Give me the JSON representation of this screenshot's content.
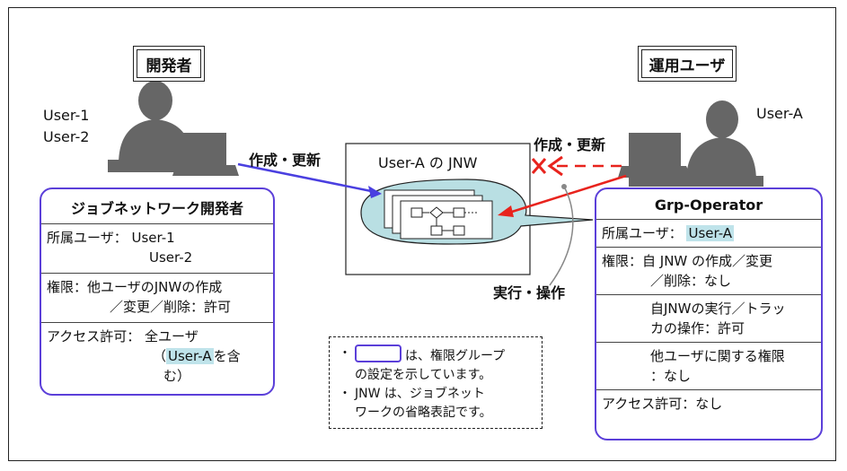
{
  "labels": {
    "developer_title": "開発者",
    "operator_title": "運用ユーザ",
    "dev_users": "User-1\nUser-2",
    "user_a": "User-A",
    "create_update_left": "作成・更新",
    "create_update_right": "作成・更新",
    "jnw_title": "User-A の JNW",
    "exec_op": "実行・操作"
  },
  "dev_panel": {
    "title": "ジョブネットワーク開発者",
    "member_label": "所属ユーザ：",
    "member_1": "User-1",
    "member_2": "User-2",
    "perm_label": "権限：",
    "perm_1": "他ユーザのJNWの作成",
    "perm_2": "／変更／削除：許可",
    "access_label": "アクセス許可：",
    "access_1": "全ユーザ",
    "access_2_pre": "（",
    "access_2_hl": "User-A",
    "access_2_post": "を含",
    "access_3": "む）"
  },
  "op_panel": {
    "title": "Grp-Operator",
    "member_label": "所属ユーザ：",
    "member_hl": "User-A",
    "perm_label": "権限：",
    "perm_1": "自 JNW の作成／変更",
    "perm_2": "／削除：なし",
    "perm_3": "自JNWの実行／トラッ",
    "perm_4": "カの操作：許可",
    "perm_5": "他ユーザに関する権限",
    "perm_6": "：なし",
    "access": "アクセス許可：なし"
  },
  "note": {
    "bullet": "・",
    "line1_post": "は、権限グループ",
    "line2": "の設定を示しています。",
    "line3": "JNW は、ジョブネット",
    "line4": "ワークの省略表記です。"
  },
  "colors": {
    "purple": "#5b3fd9",
    "red": "#e8231d",
    "bubble": "#b9dfe3",
    "silhouette": "#666666"
  },
  "icons": [
    "developer-silhouette-icon",
    "operator-silhouette-icon",
    "jnw-flow-icon",
    "deny-cross-icon"
  ]
}
